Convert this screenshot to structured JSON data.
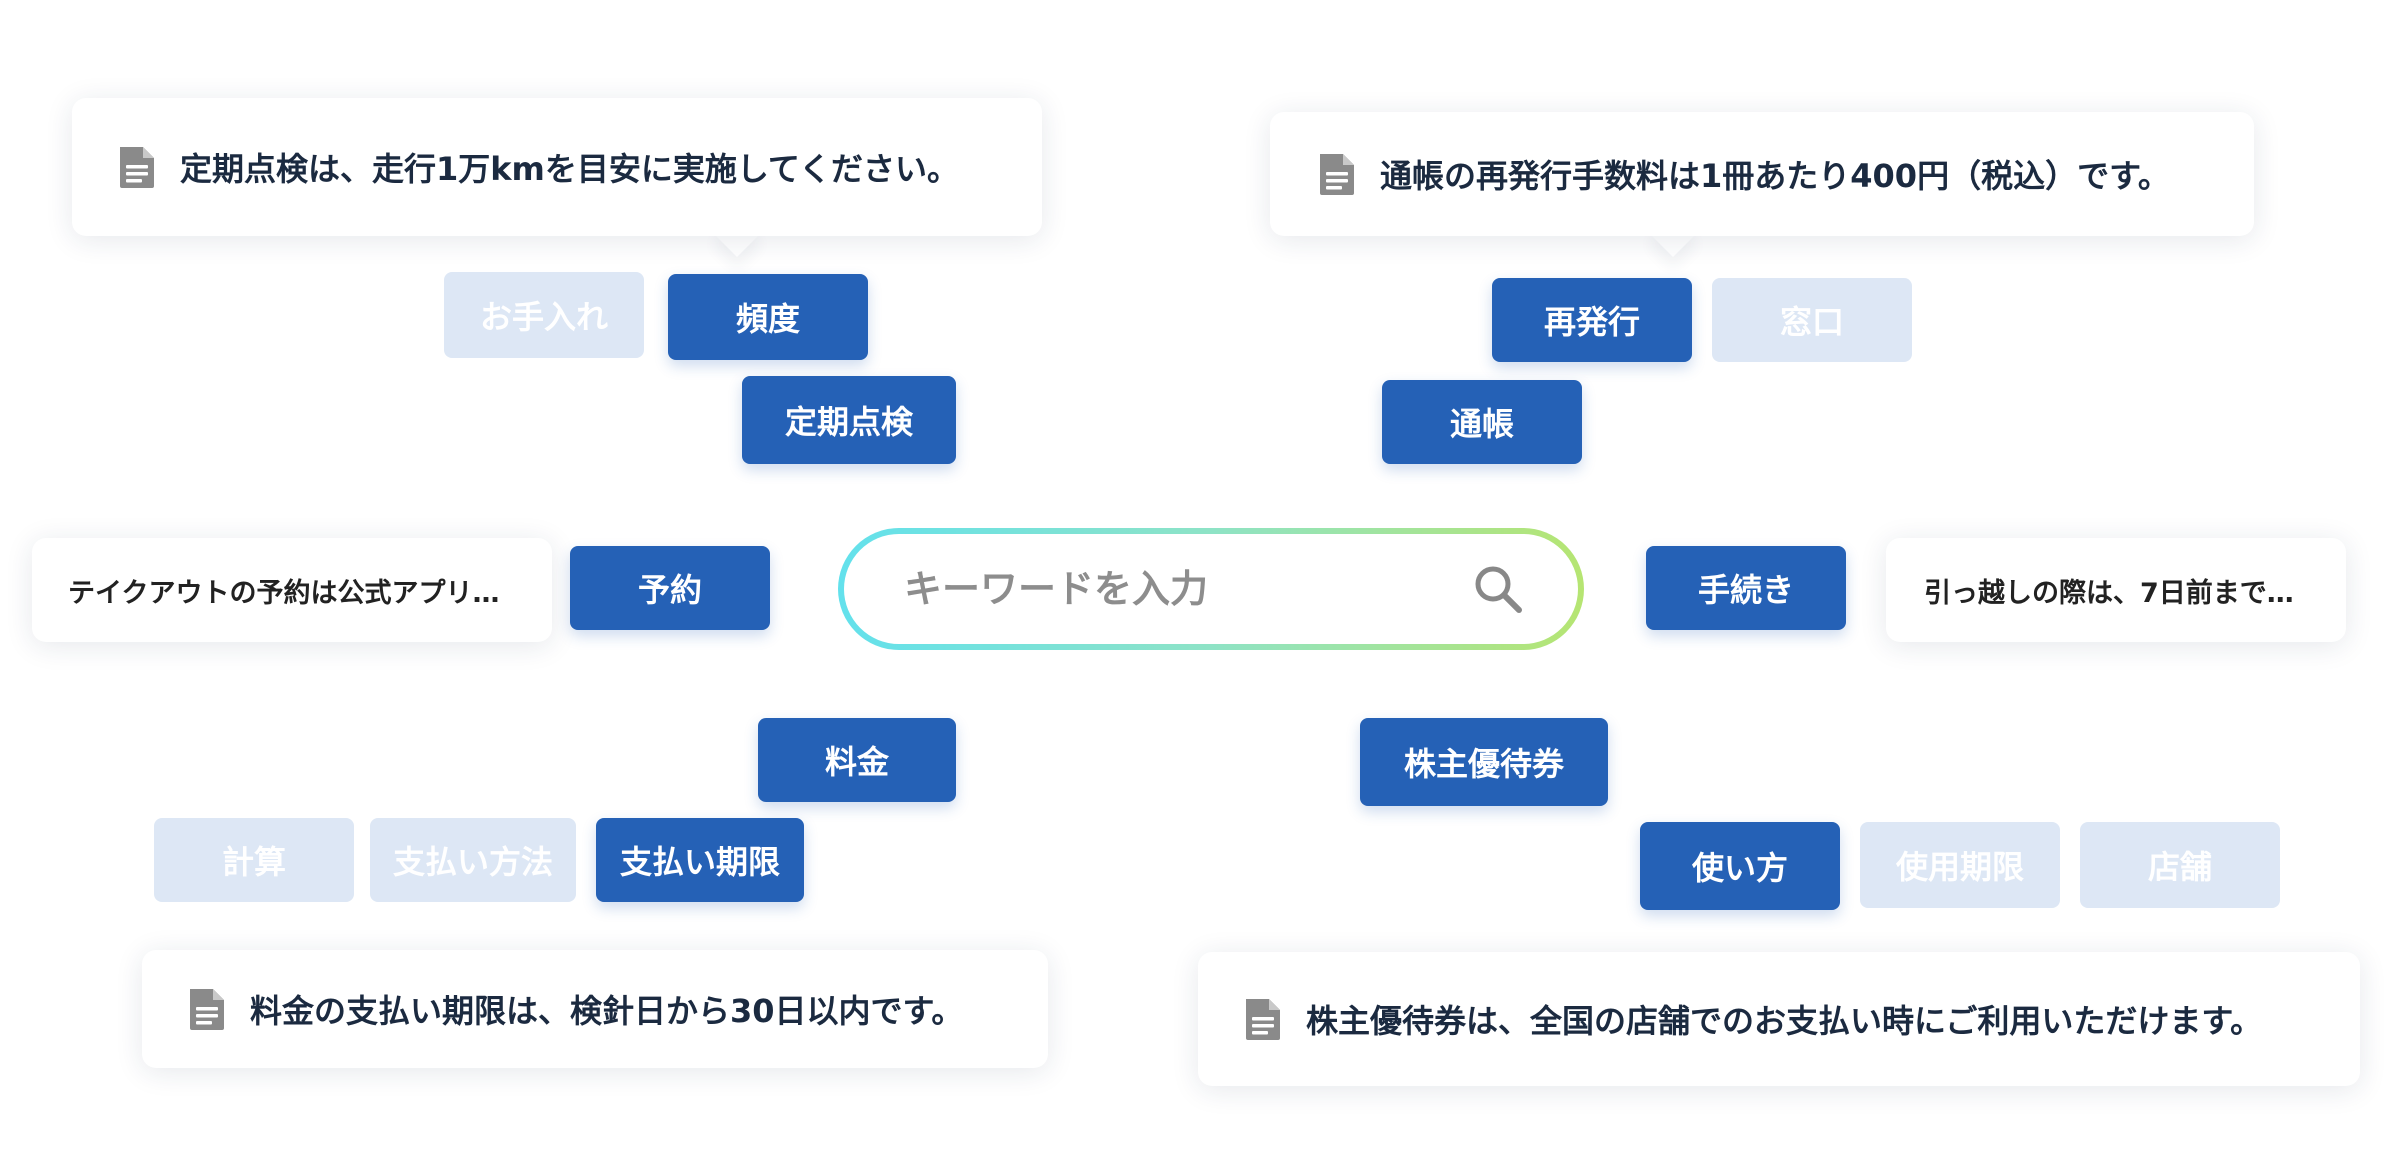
{
  "search": {
    "placeholder": "キーワードを入力"
  },
  "cards": {
    "top_left": "定期点検は、走行1万kmを目安に実施してください。",
    "top_right": "通帳の再発行手数料は1冊あたり400円（税込）です。",
    "left": "テイクアウトの予約は公式アプリ…",
    "right": "引っ越しの際は、7日前まで…",
    "bottom_left": "料金の支払い期限は、検針日から30日以内です。",
    "bottom_right": "株主優待券は、全国の店舗でのお支払い時にご利用いただけます。"
  },
  "tags": {
    "teiki_tenken": "定期点検",
    "hindo": "頻度",
    "oteire": "お手入れ",
    "tsucho": "通帳",
    "saihakko": "再発行",
    "madoguchi": "窓口",
    "yoyaku": "予約",
    "tetsuzuki": "手続き",
    "ryokin": "料金",
    "shiharai_kigen": "支払い期限",
    "shiharai_hoho": "支払い方法",
    "keisan": "計算",
    "kabunushi": "株主優待券",
    "tsukaikata": "使い方",
    "shiyo_kigen": "使用期限",
    "tenpo": "店舗"
  },
  "colors": {
    "tag_active": "#2561b6",
    "tag_muted": "#dde7f5",
    "search_gradient_start": "#63e1ec",
    "search_gradient_end": "#b6e572"
  },
  "icons": {
    "search": "magnifier-icon",
    "document": "document-icon"
  }
}
